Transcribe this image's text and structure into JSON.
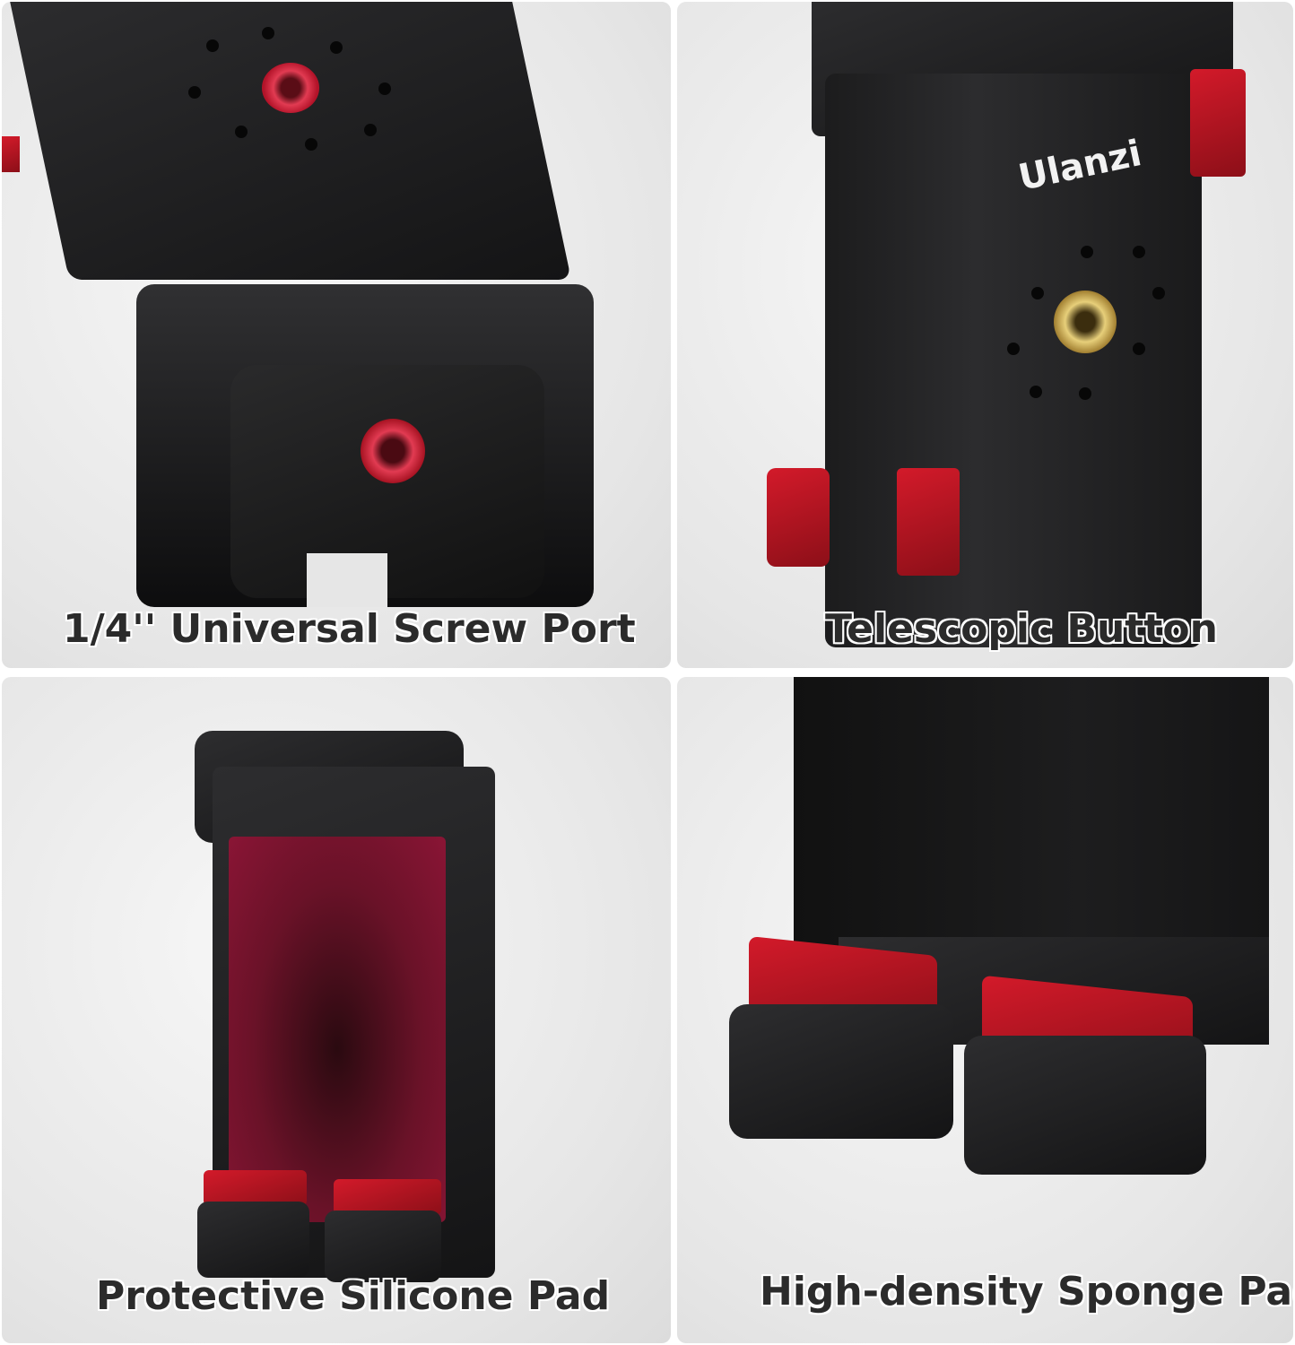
{
  "panels": [
    {
      "caption": "1/4'' Universal Screw Port"
    },
    {
      "caption": "Telescopic Button",
      "logo": "Ulanzi"
    },
    {
      "caption": "Protective Silicone Pad"
    },
    {
      "caption": "High-density Sponge Pad"
    }
  ],
  "colors": {
    "accent_red": "#c8102e",
    "body_black": "#1c1c1d",
    "background": "#e9e9e9",
    "brass": "#c9a34a"
  }
}
